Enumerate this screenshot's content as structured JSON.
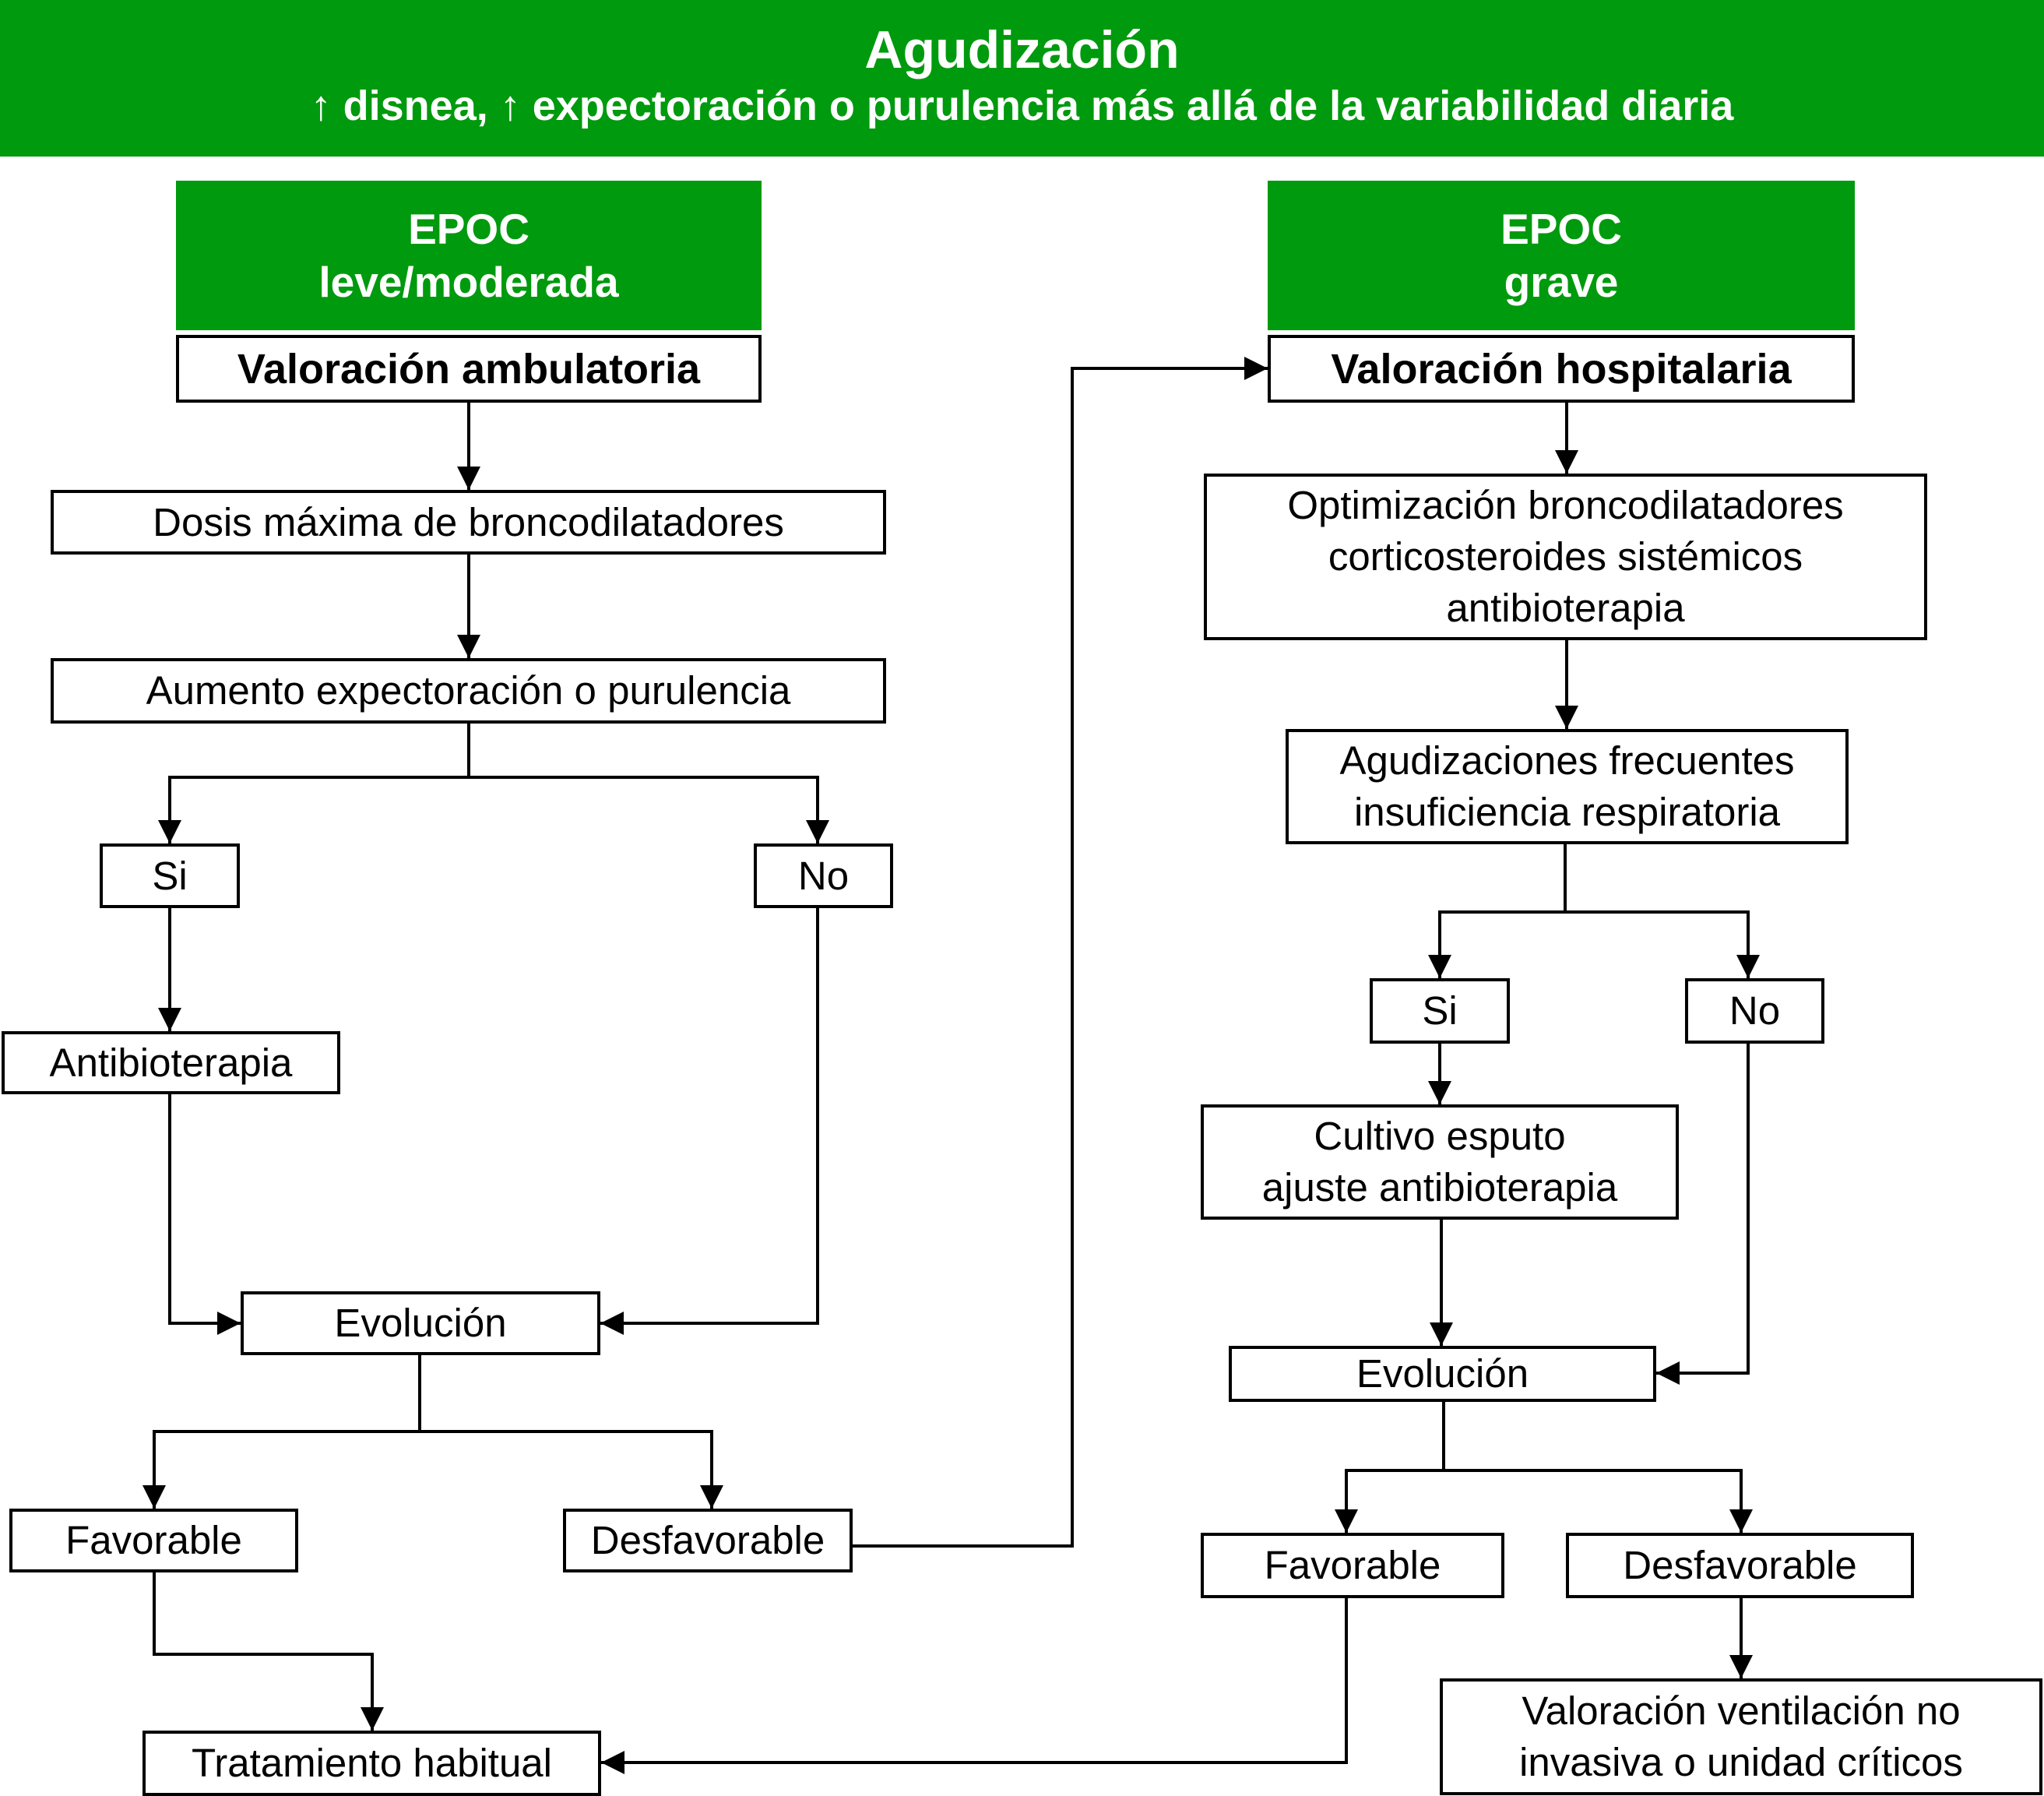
{
  "colors": {
    "green": "#009a0e",
    "line": "#000000",
    "text_on_green": "#ffffff"
  },
  "header": {
    "title": "Agudización",
    "subtitle": "↑ disnea, ↑ expectoración o purulencia más allá de la variabilidad diaria"
  },
  "left": {
    "category_line1": "EPOC",
    "category_line2": "leve/moderada",
    "assessment": "Valoración ambulatoria",
    "step1": "Dosis máxima de broncodilatadores",
    "question": "Aumento expectoración o purulencia",
    "yes": "Si",
    "no": "No",
    "antibiotic": "Antibioterapia",
    "evolution": "Evolución",
    "favorable": "Favorable",
    "unfavorable": "Desfavorable",
    "usual_treatment": "Tratamiento habitual"
  },
  "right": {
    "category_line1": "EPOC",
    "category_line2": "grave",
    "assessment": "Valoración hospitalaria",
    "step1_line1": "Optimización broncodilatadores",
    "step1_line2": "corticosteroides sistémicos",
    "step1_line3": "antibioterapia",
    "question_line1": "Agudizaciones frecuentes",
    "question_line2": "insuficiencia respiratoria",
    "yes": "Si",
    "no": "No",
    "culture_line1": "Cultivo esputo",
    "culture_line2": "ajuste antibioterapia",
    "evolution": "Evolución",
    "favorable": "Favorable",
    "unfavorable": "Desfavorable",
    "niv_line1": "Valoración ventilación no",
    "niv_line2": "invasiva o unidad críticos"
  }
}
